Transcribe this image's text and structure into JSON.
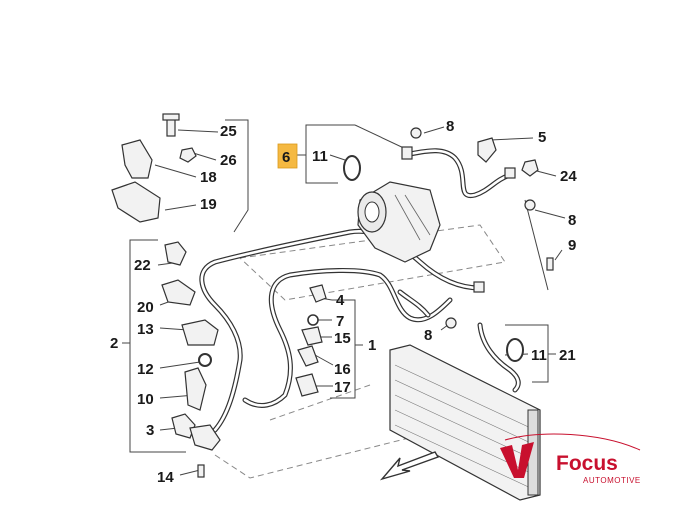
{
  "labels": {
    "l25": "25",
    "l26": "26",
    "l18": "18",
    "l19": "19",
    "l6": "6",
    "l11a": "11",
    "l8a": "8",
    "l5": "5",
    "l24": "24",
    "l8b": "8",
    "l9": "9",
    "l22": "22",
    "l2": "2",
    "l20": "20",
    "l13": "13",
    "l12": "12",
    "l10": "10",
    "l3": "3",
    "l14": "14",
    "l4": "4",
    "l7": "7",
    "l15": "15",
    "l1": "1",
    "l16": "16",
    "l17": "17",
    "l8c": "8",
    "l11b": "11",
    "l21": "21"
  },
  "logo": {
    "name": "Focus",
    "subtitle": "AUTOMOTIVE"
  },
  "colors": {
    "highlight": "#f5b942",
    "logo": "#c8102e",
    "line": "#444444"
  }
}
